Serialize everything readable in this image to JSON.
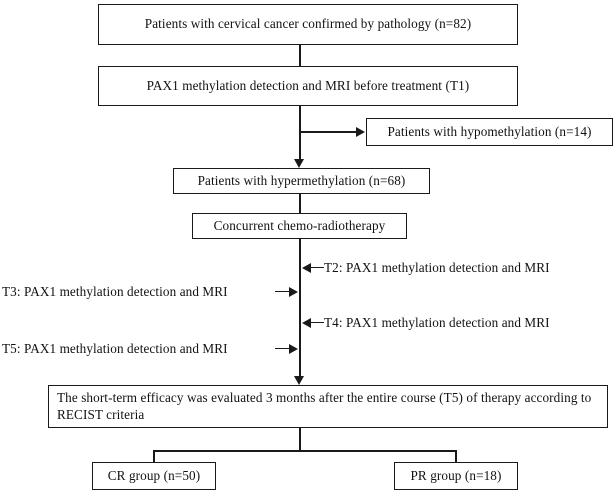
{
  "diagram": {
    "type": "flowchart",
    "title": "Study flow of PAX1 methylation and MRI assessment in cervical cancer patients",
    "nodes": {
      "enrollment": "Patients with cervical cancer confirmed by pathology (n=82)",
      "baseline_test": "PAX1 methylation detection and MRI before treatment (T1)",
      "hypomethylation": "Patients with hypomethylation (n=14)",
      "hypermethylation": "Patients with hypermethylation (n=68)",
      "treatment": "Concurrent chemo-radiotherapy",
      "evaluation": "The short-term efficacy was evaluated 3 months after the entire course (T5) of therapy according to RECIST criteria",
      "cr_group": "CR group (n=50)",
      "pr_group": "PR group (n=18)"
    },
    "timepoint_labels": {
      "t2": "T2: PAX1 methylation detection and MRI",
      "t3": "T3: PAX1 methylation detection and MRI",
      "t4": "T4: PAX1 methylation detection and MRI",
      "t5": "T5: PAX1 methylation detection and MRI"
    },
    "counts": {
      "enrolled": 82,
      "hypomethylation": 14,
      "hypermethylation": 68,
      "cr": 50,
      "pr": 18
    },
    "colors": {
      "stroke": "#1a1a1a",
      "background": "#ffffff",
      "text": "#111111"
    }
  }
}
